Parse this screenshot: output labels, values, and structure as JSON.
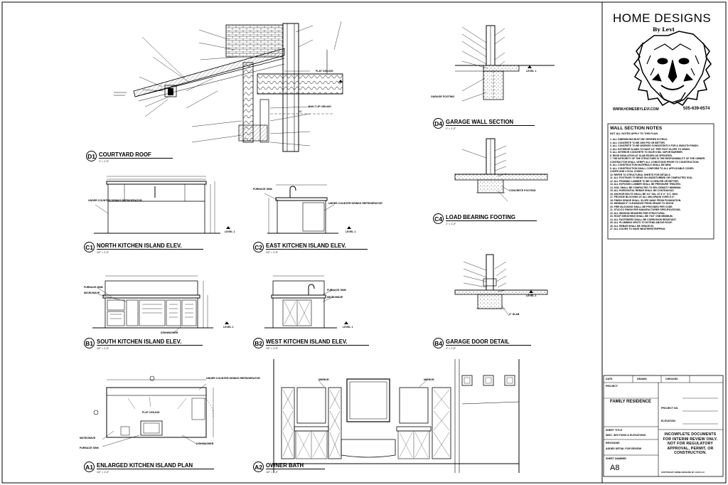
{
  "sheet": {
    "sheet_number": "A8",
    "project_label": "PROJECT",
    "project_name": "FAMILY RESIDENCE",
    "sheet_title_label": "SHEET TITLE",
    "sheet_title_text": "MISC. SECTIONS & ELEVATIONS",
    "revision_label": "REVISIONS",
    "revision_text": "ADDED DETAIL FOR REVIEW",
    "sheet_number_label": "SHEET NUMBER",
    "date_label": "DATE",
    "drawn_label": "DRAWN",
    "checked_label": "CHECKED",
    "project_no_label": "PROJECT NO.",
    "scale_label": "ELEVATION",
    "warning": "INCOMPLETE DOCUMENTS FOR INTERIM REVIEW ONLY. NOT FOR REGULATORY APPROVAL, PERMIT, OR CONSTRUCTION.",
    "copyright": "COPYRIGHT HOME DESIGNS BY LEVI LLC"
  },
  "brand": {
    "name": "HOME DESIGNS",
    "byline": "By Levi",
    "website": "WWW.HOMESBYLEVI.COM",
    "phone": "505-639-6574"
  },
  "notes": {
    "title": "WALL SECTION NOTES",
    "subtitle": "NOT ALL NOTES APPLY TO THIS PLAN",
    "items": [
      "1. ALL DIMENSIONS MUST BE VERIFIED IN FIELD.",
      "2. ALL CONCRETE TO BE 2500 PSI OR BETTER.",
      "3. ALL CONCRETE TO BE WORKED CONSISTENTLY FOR A SMOOTH FINISH.",
      "4. ALL EXTERIOR SLABS TO HAVE 1/4\" PER FOOT SLOPE TO DRAIN.",
      "5. ALL INTERIOR CONCRETE TO HAVE 6 MIL VAPOR BARRIER.",
      "6. RIGID INSULATION AT SLAB EDGES AS SPECIFIED.",
      "7. THE INTEGRITY OF THE STRUCTURE IS THE RESPONSIBILITY OF THE OWNER.",
      "   CONTRACTOR SHALL VERIFY ALL CONDITIONS PRIOR TO CONSTRUCTION.",
      "8. ALL CONSTRUCTION MATERIALS SHALL BE NEW.",
      "9. ALL CONSTRUCTION SHALL CONFORM TO ALL APPLICABLE CODES.",
      "   CODES AND LOCAL CODES.",
      "10. REFER TO STRUCTURAL SHEETS FOR DETAILS.",
      "11. ALL FOOTINGS TO BEAR ON UNDISTURBED OR COMPACTED SOIL.",
      "12. ALL FRAMING LUMBER TO BE #2 HEM-FIR OR BETTER.",
      "13. ALL EXPOSED LUMBER SHALL BE PRESSURE TREATED.",
      "14. SOIL SHALL BE COMPACTED TO 95% DENSITY MINIMUM.",
      "15. ALL HORIZONTAL REBAR SHALL BE CONTINUOUS.",
      "16. ANCHOR BOLTS SHALL BE 1/2\" DIA. AT 6'-0\" O.C. MAX.",
      "17. PROVIDE BLOCKING AT ALL MID-SPANS OVER 8'-0\".",
      "18. FINISH GRADE SHALL SLOPE AWAY FROM FOUNDATION.",
      "19. MINIMUM 6\" CLEARANCE FROM GRADE TO WOOD.",
      "20. FIRE BLOCKING SHALL BE PROVIDED PER CODE.",
      "21. STUCCO FINISH PER MANUFACTURER SPECIFICATIONS.",
      "22. ALL WINDOW HEADERS PER STRUCTURAL.",
      "23. ROOF SHEATHING SHALL BE 7/16\" OSB MINIMUM.",
      "24. ALL FASTENERS SHALL BE CORROSION RESISTANT.",
      "25. ALL PLUMBING VENTS TO EXTEND ABOVE ROOF.",
      "26. ALL REBAR SHALL BE GRADE 60.",
      "27. ALL DOORS TO HAVE WEATHERSTRIPPING."
    ]
  },
  "details": [
    {
      "id": "D1",
      "title": "COURTYARD ROOF",
      "scale": "1\" = 1'-0\""
    },
    {
      "id": "D4",
      "title": "GARAGE WALL SECTION",
      "scale": "1\" = 1'-0\""
    },
    {
      "id": "C4",
      "title": "LOAD BEARING FOOTING",
      "scale": "1\" = 1'-0\""
    },
    {
      "id": "C1",
      "title": "NORTH KITCHEN ISLAND ELEV.",
      "scale": "1/2\" = 1'-0\""
    },
    {
      "id": "C2",
      "title": "EAST KITCHEN ISLAND ELEV.",
      "scale": "1/2\" = 1'-0\""
    },
    {
      "id": "B1",
      "title": "SOUTH KITCHEN ISLAND ELEV.",
      "scale": "1/2\" = 1'-0\""
    },
    {
      "id": "B2",
      "title": "WEST KITCHEN ISLAND ELEV.",
      "scale": "1/2\" = 1'-0\""
    },
    {
      "id": "B4",
      "title": "GARAGE DOOR DETAIL",
      "scale": "1\" = 1'-0\""
    },
    {
      "id": "A1",
      "title": "ENLARGED KITCHEN ISLAND PLAN",
      "scale": "1/2\" = 1'-0\""
    },
    {
      "id": "A2",
      "title": "OWNER BATH",
      "scale": "1/2\" = 1'-0\""
    }
  ],
  "labels": {
    "undercounter_fridge": "UNDER COUNTER DRINKS REFRIGERATOR",
    "furnace_sink": "FURNACE SINK",
    "microwave": "MICROWAVE",
    "dishwasher": "DISHWASHER",
    "mirror": "MIRROR",
    "level": "LEVEL 1",
    "flat_ceiling": "FLAT CEILING",
    "built_up_ceiling": "BUILT UP CEILING",
    "garage_footing": "GARAGE FOOTING",
    "concrete_footing": "CONCRETE FOOTING",
    "slab": "4\" SLAB"
  },
  "colors": {
    "ink": "#000000",
    "paper": "#ffffff"
  }
}
